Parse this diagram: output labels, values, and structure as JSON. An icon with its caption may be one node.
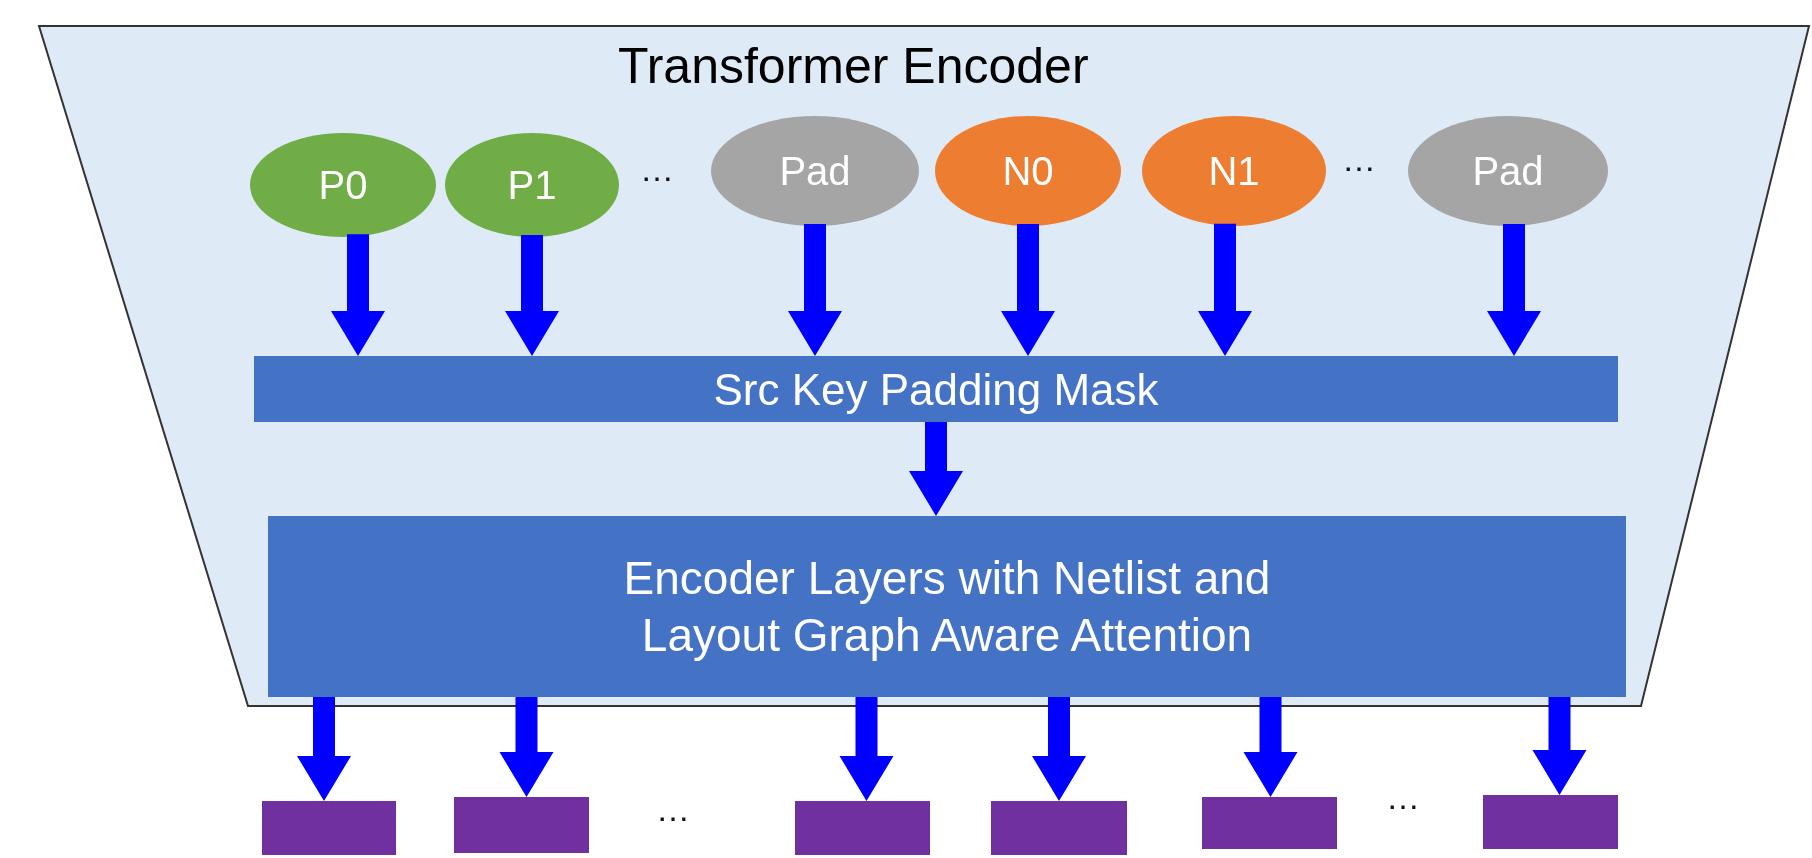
{
  "diagram": {
    "nodes": [
      {
        "text": [
          "Transformer Encoder"
        ]
      },
      {
        "text": [
          "P0"
        ],
        "in": 0
      },
      {
        "text": [
          "P1"
        ],
        "in": 0
      },
      {
        "text": [
          "Pad"
        ],
        "in": 0
      },
      {
        "text": [
          "N0"
        ],
        "in": 0
      },
      {
        "text": [
          "N1"
        ],
        "in": 0
      },
      {
        "text": [
          "Pad"
        ],
        "in": 0
      },
      {
        "text": [
          "Src Key Padding Mask"
        ],
        "in": 0
      },
      {
        "text": [
          "Encoder Layers with Netlist and Layout Graph Aware Attention"
        ],
        "in": 0
      },
      {
        "text": [],
        "shape": "box"
      },
      {
        "text": [],
        "shape": "box"
      },
      {
        "text": [],
        "shape": "box"
      },
      {
        "text": [],
        "shape": "box"
      },
      {
        "text": [],
        "shape": "box"
      },
      {
        "text": [],
        "shape": "box"
      }
    ],
    "edges": [
      {
        "from": 1,
        "to": 7,
        "arrow": "to"
      },
      {
        "from": 2,
        "to": 7,
        "arrow": "to"
      },
      {
        "from": 3,
        "to": 7,
        "arrow": "to"
      },
      {
        "from": 4,
        "to": 7,
        "arrow": "to"
      },
      {
        "from": 5,
        "to": 7,
        "arrow": "to"
      },
      {
        "from": 6,
        "to": 7,
        "arrow": "to"
      },
      {
        "from": 7,
        "to": 8,
        "arrow": "to"
      },
      {
        "from": 8,
        "to": 9,
        "arrow": "to"
      },
      {
        "from": 8,
        "to": 10,
        "arrow": "to"
      },
      {
        "from": 8,
        "to": 11,
        "arrow": "to"
      },
      {
        "from": 8,
        "to": 12,
        "arrow": "to"
      },
      {
        "from": 8,
        "to": 13,
        "arrow": "to"
      },
      {
        "from": 8,
        "to": 14,
        "arrow": "to"
      }
    ],
    "labels": [
      "…",
      "…",
      "…",
      "…"
    ]
  }
}
